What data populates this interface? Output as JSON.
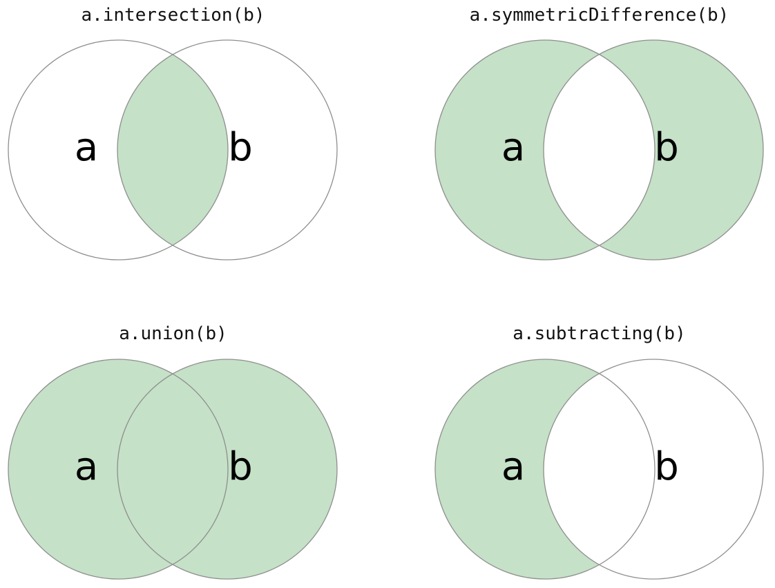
{
  "page": {
    "background": "#ffffff",
    "description": "Four Venn diagrams illustrating set operations between sets a and b"
  },
  "colors": {
    "shade_fill": "#c5e1c7",
    "circle_stroke": "#8e8e8e",
    "title_text": "#111111",
    "label_text": "#000000"
  },
  "panels": [
    {
      "id": "intersection",
      "title": "a.intersection(b)",
      "label_a": "a",
      "label_b": "b",
      "shaded_regions": [
        "intersection"
      ]
    },
    {
      "id": "symmetric-difference",
      "title": "a.symmetricDifference(b)",
      "label_a": "a",
      "label_b": "b",
      "shaded_regions": [
        "a-only",
        "b-only"
      ]
    },
    {
      "id": "union",
      "title": "a.union(b)",
      "label_a": "a",
      "label_b": "b",
      "shaded_regions": [
        "a-only",
        "b-only",
        "intersection"
      ]
    },
    {
      "id": "subtracting",
      "title": "a.subtracting(b)",
      "label_a": "a",
      "label_b": "b",
      "shaded_regions": [
        "a-only"
      ]
    }
  ]
}
